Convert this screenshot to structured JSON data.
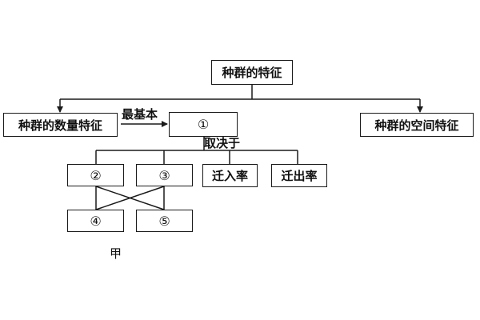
{
  "diagram": {
    "root": "种群的特征",
    "quantity": "种群的数量特征",
    "spatial": "种群的空间特征",
    "most_basic": "最基本",
    "depends_on": "取决于",
    "circle1": "①",
    "circle2": "②",
    "circle3": "③",
    "circle4": "④",
    "circle5": "⑤",
    "immigration": "迁入率",
    "emigration": "迁出率",
    "jia": "甲"
  }
}
